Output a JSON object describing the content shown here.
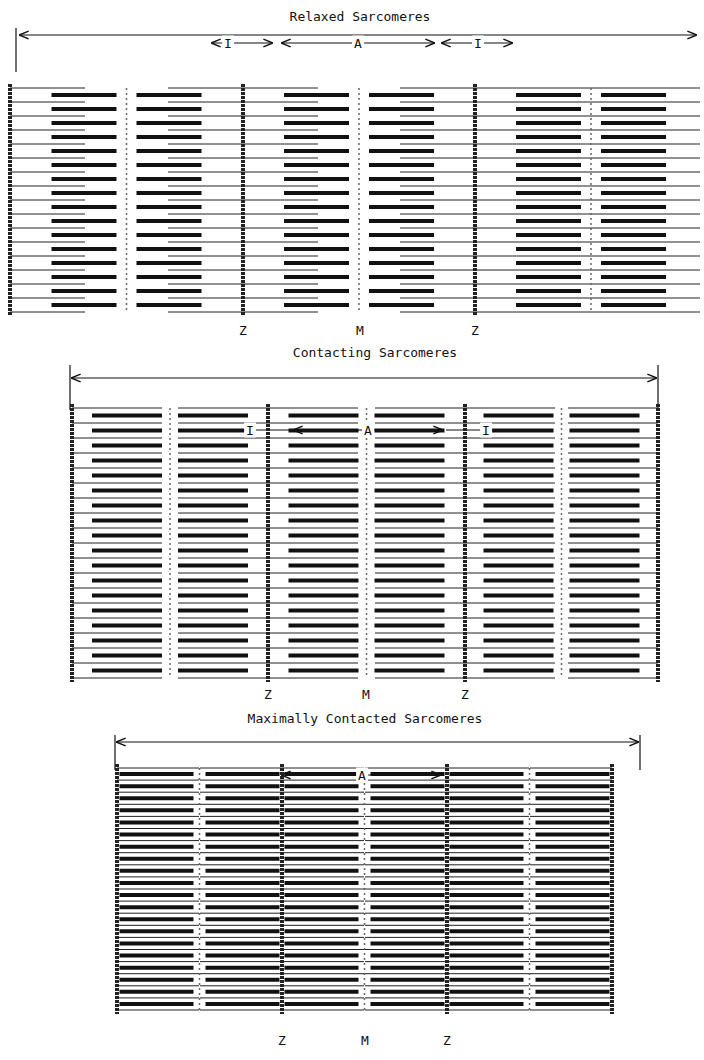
{
  "diagram": {
    "labels": [
      "Relaxed Sarcomeres",
      "I",
      "A",
      "I",
      "Z",
      "M",
      "Z",
      "Contacting Sarcomeres",
      "I",
      "A",
      "I",
      "Z",
      "M",
      "Z",
      "Maximally Contacted Sarcomeres",
      "A",
      "Z",
      "M",
      "Z"
    ]
  }
}
